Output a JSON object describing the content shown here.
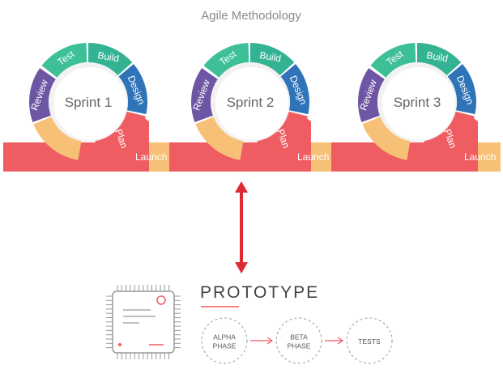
{
  "title": "Agile Methodology",
  "phases": {
    "test": "Test",
    "build": "Build",
    "design": "Design",
    "review": "Review",
    "plan": "Plan",
    "launch": "Launch"
  },
  "sprints": [
    "Sprint 1",
    "Sprint 2",
    "Sprint 3"
  ],
  "prototype": {
    "title": "PROTOTYPE",
    "steps": [
      "ALPHA\nPHASE",
      "BETA\nPHASE",
      "TESTS"
    ]
  },
  "colors": {
    "test": "#3dbf98",
    "build": "#33b394",
    "design": "#2f74b8",
    "review": "#6e56a4",
    "plan": "#ef5d62",
    "launch": "#f6c177",
    "yellow": "#f6c177",
    "band_red": "#ef5d62",
    "arrow": "#e02a33",
    "text_gray": "#666666",
    "chip_gray": "#999999",
    "dashed": "#aaaaaa"
  }
}
